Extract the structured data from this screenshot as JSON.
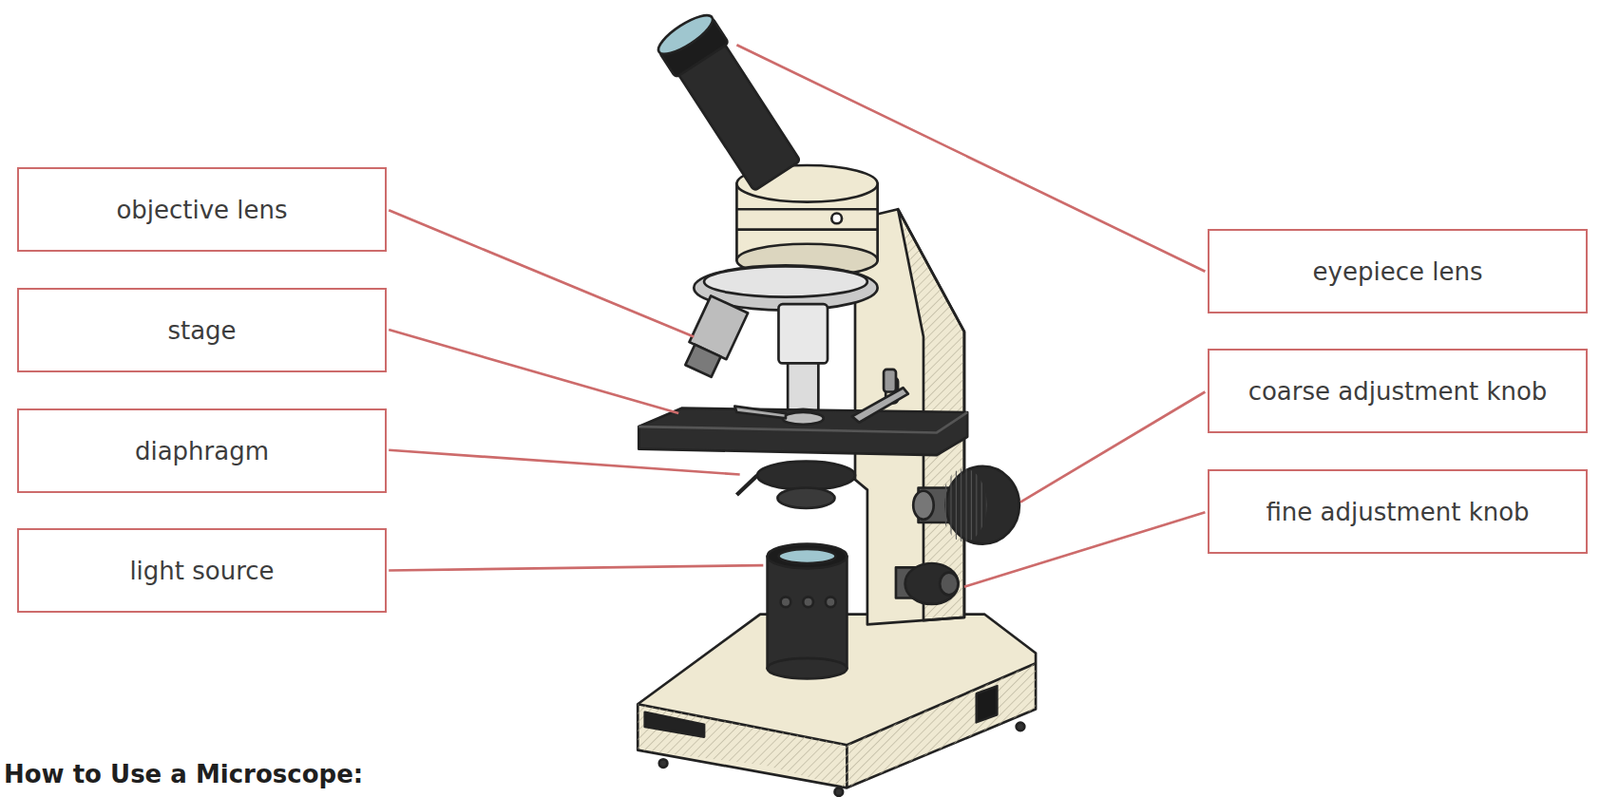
{
  "diagram": {
    "title": "How to Use a Microscope:",
    "nodes": [
      {
        "text": [
          "objective lens"
        ]
      },
      {
        "text": [
          "stage"
        ]
      },
      {
        "text": [
          "diaphragm"
        ]
      },
      {
        "text": [
          "light source"
        ]
      },
      {
        "text": [
          "eyepiece lens"
        ]
      },
      {
        "text": [
          "coarse adjustment knob"
        ]
      },
      {
        "text": [
          "fine adjustment knob"
        ]
      }
    ]
  }
}
